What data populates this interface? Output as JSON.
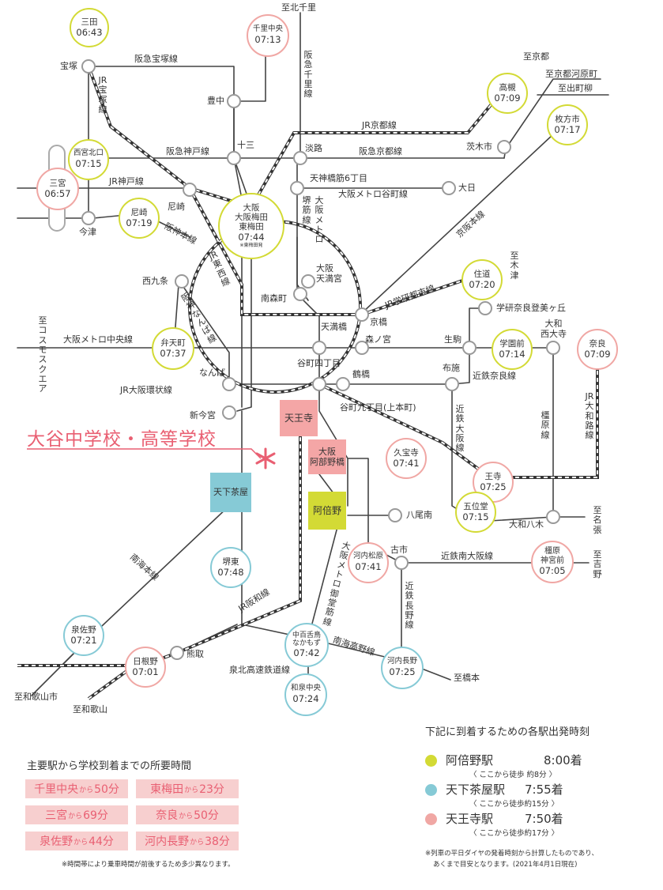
{
  "title": "大谷中学校・高等学校",
  "directions": {
    "kitasenri": "至北千里",
    "kyoto": "至京都",
    "kyoto_kawaramachi": "至京都河原町",
    "demachiyanagi": "至出町柳",
    "kizu": "至木津",
    "cosmosquare": "至コスモスクエア",
    "nabari": "至名張",
    "yoshino": "至吉野",
    "hashimoto": "至橋本",
    "wakayamashi": "至和歌山市",
    "wakayama": "至和歌山"
  },
  "lines": {
    "hankyu_takarazuka": "阪急宝塚線",
    "hankyu_kobe": "阪急神戸線",
    "hankyu_kyoto": "阪急京都線",
    "hankyu_senri": "阪急千里線",
    "jr_takarazuka": "JR宝塚線",
    "jr_kyoto": "JR京都線",
    "jr_kobe": "JR神戸線",
    "tenjinbashi_6": "天神橋筋6丁目",
    "tanimachi": "大阪メトロ谷町線",
    "sakaisuji": "堺筋線",
    "osaka_metro": "大阪メトロ",
    "keihan": "京阪本線",
    "hanshin_main": "阪神本線",
    "jr_tozai": "JR東西線",
    "hanshin_namba": "阪神なんば線",
    "jr_gakkentoshi": "JR学研都市線",
    "chuo": "大阪メトロ中央線",
    "kintetsu_nara": "近鉄奈良線",
    "jr_loop": "JR大阪環状線",
    "tanimachi_9": "谷町九丁目(上本町)",
    "kintetsu_osaka": "近鉄大阪線",
    "kashihara": "橿原線",
    "jr_yamatoji": "JR大和路線",
    "nankai_main": "南海本線",
    "jr_hanwa": "JR阪和線",
    "midosuji": "大阪メトロ御堂筋線",
    "nankai_koya": "南海高野線",
    "kintetsu_minami_osaka": "近鉄南大阪線",
    "kintetsu_nagano": "近鉄長野線",
    "senboku": "泉北高速鉄道線"
  },
  "stations": {
    "sanda": {
      "name": "三田",
      "time": "06:43"
    },
    "senri_chuo": {
      "name": "千里中央",
      "time": "07:13"
    },
    "takatsuki": {
      "name": "高槻",
      "time": "07:09"
    },
    "hirakatashi": {
      "name": "枚方市",
      "time": "07:17"
    },
    "nishinomiya_kita": {
      "name": "西宮北口",
      "time": "07:15"
    },
    "sannomiya": {
      "name": "三宮",
      "time": "06:57"
    },
    "amagasaki": {
      "name": "尼崎",
      "time": "07:19"
    },
    "osaka": {
      "name": "大阪\n大阪梅田\n東梅田",
      "time": "07:44",
      "note": "※東梅田発"
    },
    "sumiyoshi": {
      "name": "住道",
      "time": "07:20"
    },
    "bentencho": {
      "name": "弁天町",
      "time": "07:37"
    },
    "gakuenmae": {
      "name": "学園前",
      "time": "07:14"
    },
    "nara": {
      "name": "奈良",
      "time": "07:09"
    },
    "kyuhoji": {
      "name": "久宝寺",
      "time": "07:41"
    },
    "oji": {
      "name": "王寺",
      "time": "07:25"
    },
    "goido": {
      "name": "五位堂",
      "time": "07:15"
    },
    "kashihara_jingumae": {
      "name": "橿原\n神宮前",
      "time": "07:05"
    },
    "kawachi_matsubara": {
      "name": "河内松原",
      "time": "07:41"
    },
    "sakai_higashi": {
      "name": "堺東",
      "time": "07:48"
    },
    "izumisano": {
      "name": "泉佐野",
      "time": "07:21"
    },
    "hineno": {
      "name": "日根野",
      "time": "07:01"
    },
    "nakamozu": {
      "name": "中百舌鳥\nなかもず",
      "time": "07:42"
    },
    "kawachi_nagano": {
      "name": "河内長野",
      "time": "07:25"
    },
    "izumi_chuo": {
      "name": "和泉中央",
      "time": "07:24"
    }
  },
  "small_stations": {
    "takarazuka": "宝塚",
    "toyonaka": "豊中",
    "juso": "十三",
    "awaji": "淡路",
    "ibarakishi": "茨木市",
    "dainichi": "大日",
    "imazu": "今津",
    "amagasaki_h": "尼崎",
    "nishikujo": "西九条",
    "osaka_tenmangu": "大阪\n天満宮",
    "minamimorimachi": "南森町",
    "kyobashi": "京橋",
    "gakken_nara_tomigaoka": "学研奈良登美ヶ丘",
    "yamato_saidaiji": "大和\n西大寺",
    "tenmabashi": "天満橋",
    "morinomiya": "森ノ宮",
    "ikoma": "生駒",
    "tanimachi_4": "谷町四丁目",
    "tsuruhashi": "鶴橋",
    "fuse": "布施",
    "namba": "なんば",
    "shin_imamiya": "新今宮",
    "yao_minami": "八尾南",
    "yamato_yagi": "大和八木",
    "furuichi": "古市",
    "kumatori": "熊取"
  },
  "school_stations": {
    "tennoji": "天王寺",
    "abenobashi": "大阪\n阿部野橋",
    "abeno": "阿倍野",
    "tengachaya": "天下茶屋"
  },
  "times_panel": {
    "heading": "主要駅から学校到着までの所要時間",
    "kara": "から",
    "items": [
      {
        "from": "千里中央",
        "min": "50分"
      },
      {
        "from": "東梅田",
        "min": "23分"
      },
      {
        "from": "三宮",
        "min": "69分"
      },
      {
        "from": "奈良",
        "min": "50分"
      },
      {
        "from": "泉佐野",
        "min": "44分"
      },
      {
        "from": "河内長野",
        "min": "38分"
      }
    ],
    "note": "※時間帯により乗車時間が前後するため多少異なります。"
  },
  "legend": {
    "heading": "下記に到着するための各駅出発時刻",
    "items": [
      {
        "station": "阿倍野駅",
        "time": "8:00着",
        "walk": "〈 ここから徒歩 約8分 〉",
        "color": "#d3da35"
      },
      {
        "station": "天下茶屋駅",
        "time": "7:55着",
        "walk": "〈 ここから徒歩約15分 〉",
        "color": "#86cad6"
      },
      {
        "station": "天王寺駅",
        "time": "7:50着",
        "walk": "〈 ここから徒歩約17分 〉",
        "color": "#f0a7a4"
      }
    ],
    "note1": "※列車の平日ダイヤの発着時刻から計算したものであり、",
    "note2": "あくまで目安となります。(2021年4月1日現在)"
  },
  "colors": {
    "yellow": "#d3da35",
    "blue": "#86cad6",
    "pink": "#f0a7a4",
    "school": "#e95f72",
    "cell": "#f7cfcf"
  }
}
